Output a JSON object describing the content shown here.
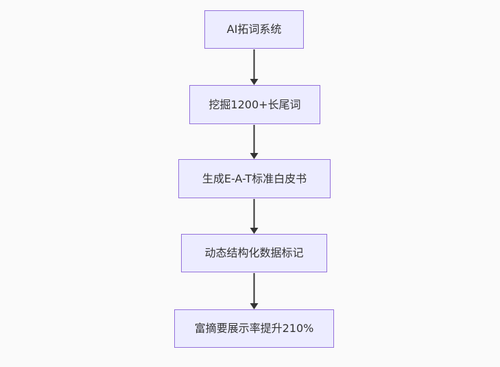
{
  "diagram": {
    "type": "flowchart",
    "direction": "top-down",
    "nodes": [
      {
        "id": "A",
        "label": "AI拓词系统"
      },
      {
        "id": "B",
        "label": "挖掘1200+长尾词"
      },
      {
        "id": "C",
        "label": "生成E-A-T标准白皮书"
      },
      {
        "id": "D",
        "label": "动态结构化数据标记"
      },
      {
        "id": "E",
        "label": "富摘要展示率提升210%"
      }
    ],
    "edges": [
      {
        "from": "A",
        "to": "B"
      },
      {
        "from": "B",
        "to": "C"
      },
      {
        "from": "C",
        "to": "D"
      },
      {
        "from": "D",
        "to": "E"
      }
    ],
    "colors": {
      "node_fill": "#ECECFF",
      "node_border": "#9370DB",
      "edge_line": "#333333",
      "arrowhead": "#333333",
      "text": "#333333",
      "background": "#fafafa"
    }
  }
}
